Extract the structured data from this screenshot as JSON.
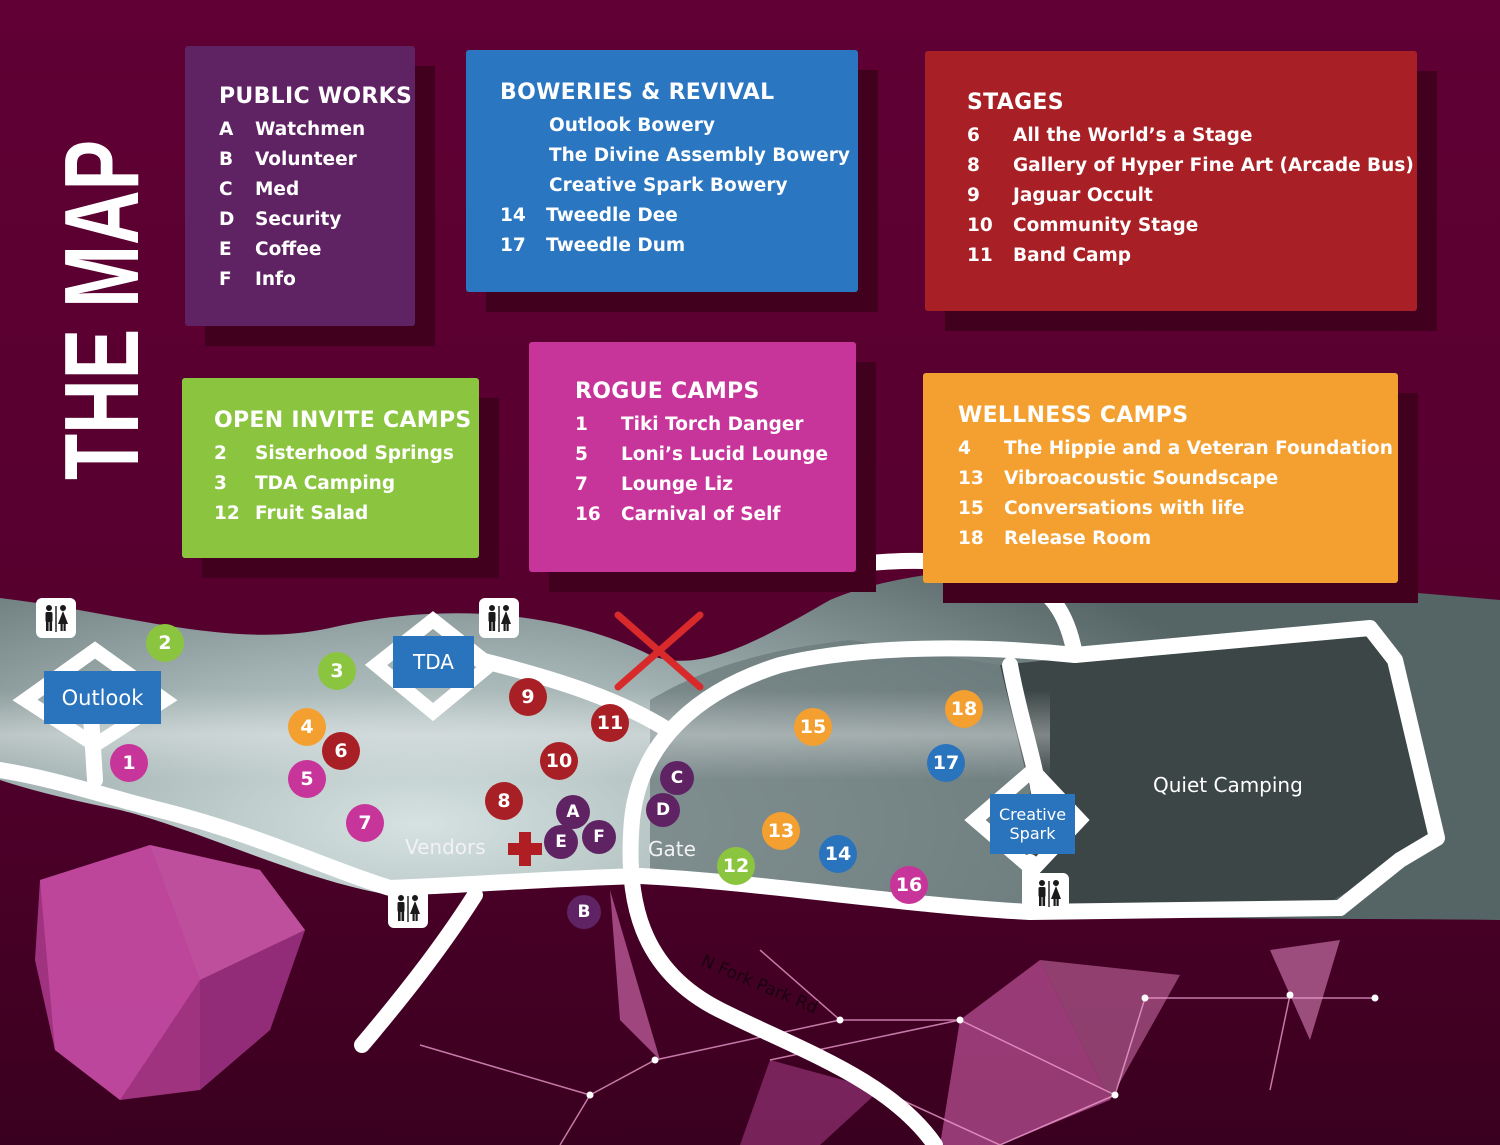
{
  "title": "THE MAP",
  "colors": {
    "background": "#5a0030",
    "public_works": "#5f2364",
    "boweries": "#2a76c1",
    "stages": "#a82025",
    "open_invite": "#8bc540",
    "rogue": "#c7359a",
    "wellness": "#f4a031",
    "map_blue": "#2a73bd"
  },
  "legend": {
    "public_works": {
      "heading": "PUBLIC WORKS",
      "items": [
        {
          "num": "A",
          "label": "Watchmen"
        },
        {
          "num": "B",
          "label": "Volunteer"
        },
        {
          "num": "C",
          "label": "Med"
        },
        {
          "num": "D",
          "label": "Security"
        },
        {
          "num": "E",
          "label": "Coffee"
        },
        {
          "num": "F",
          "label": "Info"
        }
      ]
    },
    "boweries": {
      "heading": "BOWERIES & REVIVAL",
      "items": [
        {
          "num": "",
          "label": "Outlook Bowery"
        },
        {
          "num": "",
          "label": "The Divine Assembly Bowery"
        },
        {
          "num": "",
          "label": "Creative Spark Bowery"
        },
        {
          "num": "14",
          "label": "Tweedle Dee"
        },
        {
          "num": "17",
          "label": "Tweedle Dum"
        }
      ]
    },
    "stages": {
      "heading": "STAGES",
      "items": [
        {
          "num": "6",
          "label": "All the World’s a Stage"
        },
        {
          "num": "8",
          "label": "Gallery of Hyper Fine Art (Arcade Bus)"
        },
        {
          "num": "9",
          "label": "Jaguar Occult"
        },
        {
          "num": "10",
          "label": "Community Stage"
        },
        {
          "num": "11",
          "label": "Band Camp"
        }
      ]
    },
    "open_invite": {
      "heading": "OPEN INVITE CAMPS",
      "items": [
        {
          "num": "2",
          "label": "Sisterhood Springs"
        },
        {
          "num": "3",
          "label": "TDA Camping"
        },
        {
          "num": "12",
          "label": "Fruit Salad"
        }
      ]
    },
    "rogue": {
      "heading": "ROGUE CAMPS",
      "items": [
        {
          "num": "1",
          "label": "Tiki Torch Danger"
        },
        {
          "num": "5",
          "label": "Loni’s Lucid Lounge"
        },
        {
          "num": "7",
          "label": "Lounge Liz"
        },
        {
          "num": "16",
          "label": "Carnival of Self"
        }
      ]
    },
    "wellness": {
      "heading": "WELLNESS CAMPS",
      "items": [
        {
          "num": "4",
          "label": "The Hippie and a Veteran Foundation"
        },
        {
          "num": "13",
          "label": "Vibroacoustic Soundscape"
        },
        {
          "num": "15",
          "label": "Conversations with life"
        },
        {
          "num": "18",
          "label": "Release Room"
        }
      ]
    }
  },
  "map": {
    "labels": {
      "outlook": "Outlook",
      "tda": "TDA",
      "creative_spark": "Creative Spark",
      "vendors": "Vendors",
      "gate": "Gate",
      "quiet_camping": "Quiet Camping",
      "road": "N Fork Park Rd"
    },
    "markers": [
      {
        "id": "1",
        "category": "rogue"
      },
      {
        "id": "2",
        "category": "open_invite"
      },
      {
        "id": "3",
        "category": "open_invite"
      },
      {
        "id": "4",
        "category": "wellness"
      },
      {
        "id": "5",
        "category": "rogue"
      },
      {
        "id": "6",
        "category": "stages"
      },
      {
        "id": "7",
        "category": "rogue"
      },
      {
        "id": "8",
        "category": "stages"
      },
      {
        "id": "9",
        "category": "stages"
      },
      {
        "id": "10",
        "category": "stages"
      },
      {
        "id": "11",
        "category": "stages"
      },
      {
        "id": "12",
        "category": "open_invite"
      },
      {
        "id": "13",
        "category": "wellness"
      },
      {
        "id": "14",
        "category": "boweries"
      },
      {
        "id": "15",
        "category": "wellness"
      },
      {
        "id": "16",
        "category": "rogue"
      },
      {
        "id": "17",
        "category": "boweries"
      },
      {
        "id": "18",
        "category": "wellness"
      },
      {
        "id": "A",
        "category": "public_works"
      },
      {
        "id": "B",
        "category": "public_works"
      },
      {
        "id": "C",
        "category": "public_works"
      },
      {
        "id": "D",
        "category": "public_works"
      },
      {
        "id": "E",
        "category": "public_works"
      },
      {
        "id": "F",
        "category": "public_works"
      }
    ]
  }
}
